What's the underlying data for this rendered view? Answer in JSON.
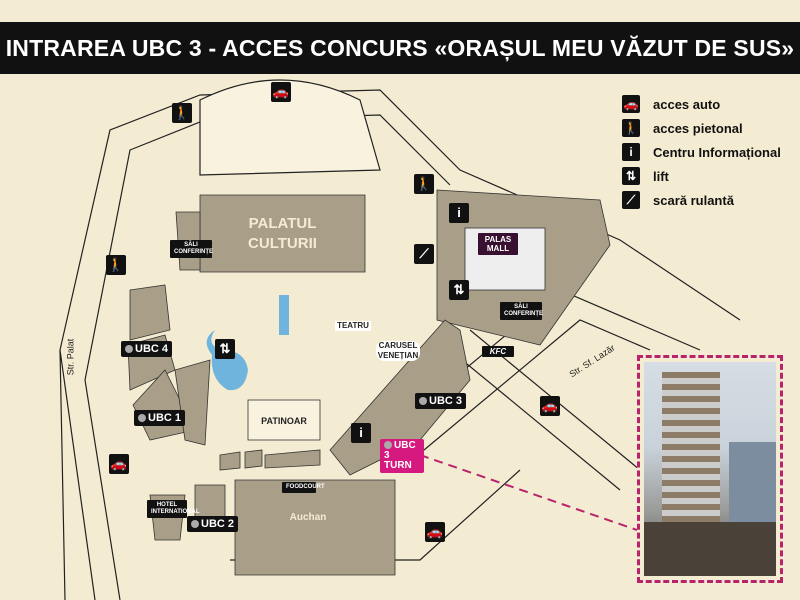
{
  "title": "INTRAREA UBC 3 - ACCES CONCURS «ORAȘUL MEU VĂZUT DE SUS»",
  "legend": [
    {
      "icon": "car-icon",
      "glyph": "🚗",
      "label": "acces auto"
    },
    {
      "icon": "pedestrian-icon",
      "glyph": "🚶",
      "label": "acces pietonal"
    },
    {
      "icon": "info-icon",
      "glyph": "i",
      "label": "Centru Informațional"
    },
    {
      "icon": "lift-icon",
      "glyph": "⇅",
      "label": "lift"
    },
    {
      "icon": "escalator-icon",
      "glyph": "⟋",
      "label": "scară rulantă"
    }
  ],
  "labels": {
    "palatul": "PALATUL",
    "culturii": "CULTURII",
    "sali_conf_left": "SĂLI CONFERINȚE",
    "palas_mall": "PALAS MALL",
    "sali_conf_right": "SĂLI CONFERINȚE",
    "teatru": "TEATRU",
    "carusel": "CARUSEL VENEȚIAN",
    "patinoar": "PATINOAR",
    "foodcourt": "FOODCOURT",
    "auchan": "Auchan",
    "hotel": "HOTEL INTERNATIONAL",
    "kfc": "KFC"
  },
  "buildings": {
    "ubc1": "UBC 1",
    "ubc2": "UBC 2",
    "ubc3": "UBC 3",
    "ubc4": "UBC 4",
    "ubc3_turn": "UBC 3 TURN"
  },
  "streets": {
    "palat": "Str. Palat",
    "lazar": "Str. Sf. Lazăr"
  },
  "colors": {
    "background": "#f4ecd2",
    "building": "#a99f88",
    "water": "#6fb4dc",
    "accent": "#d6197f",
    "title_bg": "#111111"
  }
}
